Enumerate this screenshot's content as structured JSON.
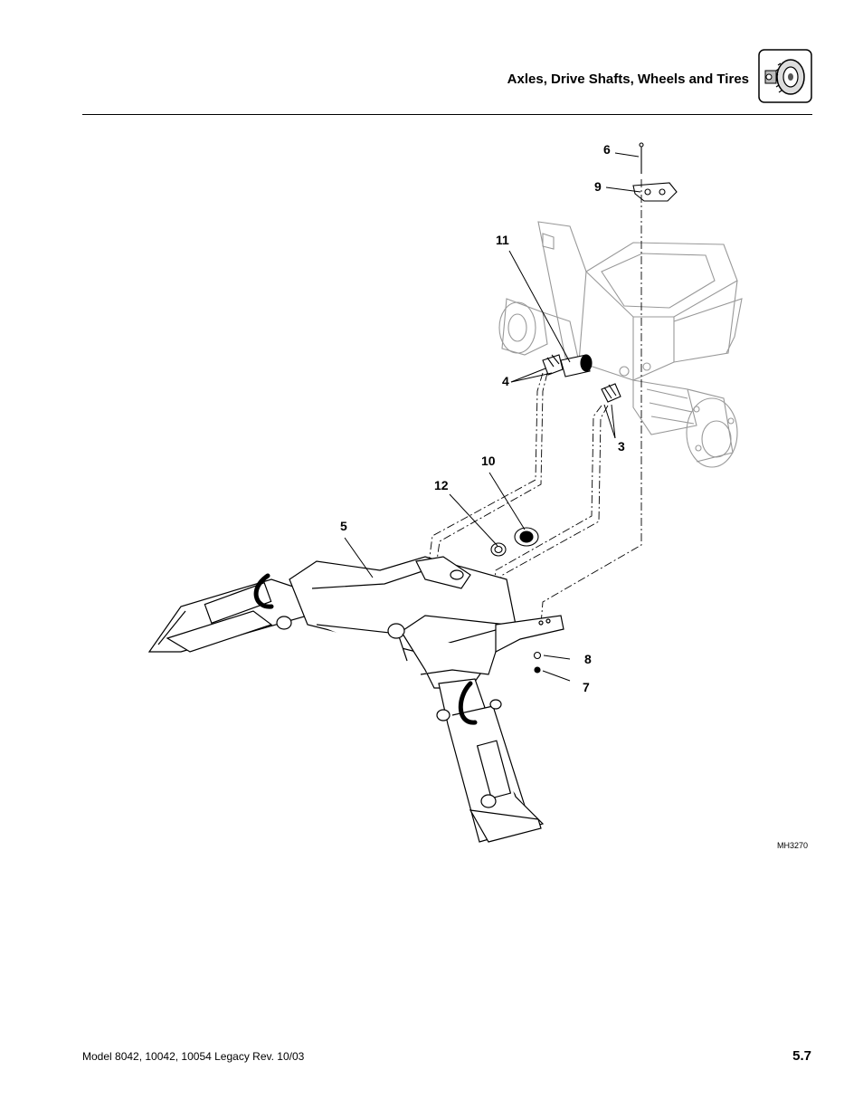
{
  "header": {
    "section_title": "Axles, Drive Shafts, Wheels and Tires",
    "section_icon": "wheel-tire-icon"
  },
  "figure": {
    "callouts": {
      "c3": "3",
      "c4": "4",
      "c5": "5",
      "c6": "6",
      "c7": "7",
      "c8": "8",
      "c9": "9",
      "c10": "10",
      "c11": "11",
      "c12": "12"
    },
    "figure_id": "MH3270"
  },
  "footer": {
    "model_text": "Model  8042, 10042, 10054 Legacy    Rev.  10/03",
    "page_number": "5.7"
  }
}
